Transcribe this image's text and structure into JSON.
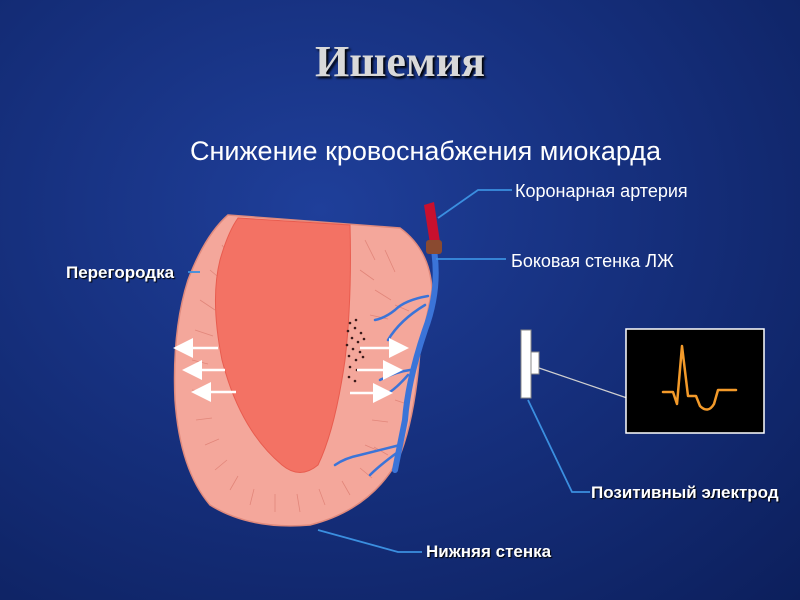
{
  "slide": {
    "title": "Ишемия",
    "subtitle": "Снижение кровоснабжения миокарда"
  },
  "labels": {
    "coronary_artery": "Коронарная артерия",
    "lateral_wall": "Боковая стенка ЛЖ",
    "septum": "Перегородка",
    "positive_electrode": "Позитивный электрод",
    "inferior_wall": "Нижняя стенка"
  },
  "colors": {
    "background": "#16307e",
    "myocardium": "#f4a79b",
    "cavity": "#f37264",
    "vessel": "#3b74d8",
    "artery": "#c8102e",
    "ecg_trace": "#f39a2a",
    "leader_line": "#3b8fe0"
  },
  "icons": {
    "ecg_monitor": "ecg-st-elevation-trace",
    "electrode": "electrode-plate"
  }
}
